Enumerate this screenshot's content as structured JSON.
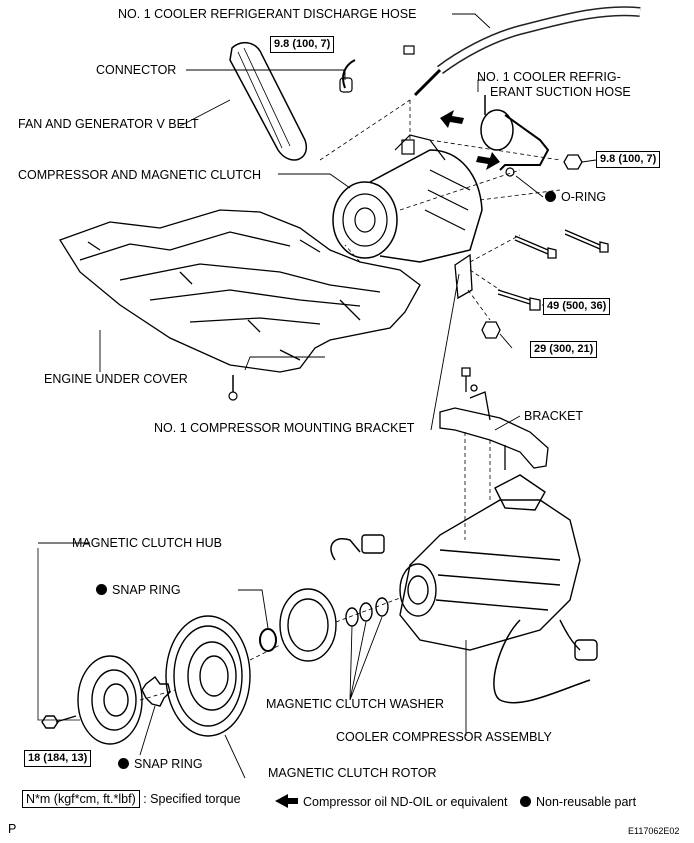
{
  "labels": {
    "discharge_hose": "NO. 1 COOLER REFRIGERANT DISCHARGE HOSE",
    "connector": "CONNECTOR",
    "suction_hose_1": "NO. 1 COOLER REFRIG-",
    "suction_hose_2": "ERANT SUCTION HOSE",
    "v_belt": "FAN AND GENERATOR V BELT",
    "compressor_clutch": "COMPRESSOR AND MAGNETIC CLUTCH",
    "o_ring": "O-RING",
    "engine_under_cover": "ENGINE UNDER COVER",
    "mounting_bracket": "NO. 1 COMPRESSOR MOUNTING BRACKET",
    "bracket": "BRACKET",
    "clutch_hub": "MAGNETIC CLUTCH HUB",
    "snap_ring_upper": "SNAP RING",
    "snap_ring_lower": "SNAP RING",
    "clutch_washer": "MAGNETIC CLUTCH WASHER",
    "compressor_assembly": "COOLER COMPRESSOR ASSEMBLY",
    "clutch_rotor": "MAGNETIC CLUTCH ROTOR"
  },
  "torques": {
    "t1": "9.8 (100, 7)",
    "t2": "9.8 (100, 7)",
    "t3": "49 (500, 36)",
    "t4": "29 (300, 21)",
    "t5": "18 (184, 13)"
  },
  "legend": {
    "torque_units": "N*m (kgf*cm, ft.*lbf)",
    "torque_text": ": Specified torque",
    "oil_text": "Compressor oil ND-OIL or equivalent",
    "nonreusable_text": "Non-reusable part"
  },
  "corner": {
    "left": "P",
    "right": "E117062E02"
  }
}
